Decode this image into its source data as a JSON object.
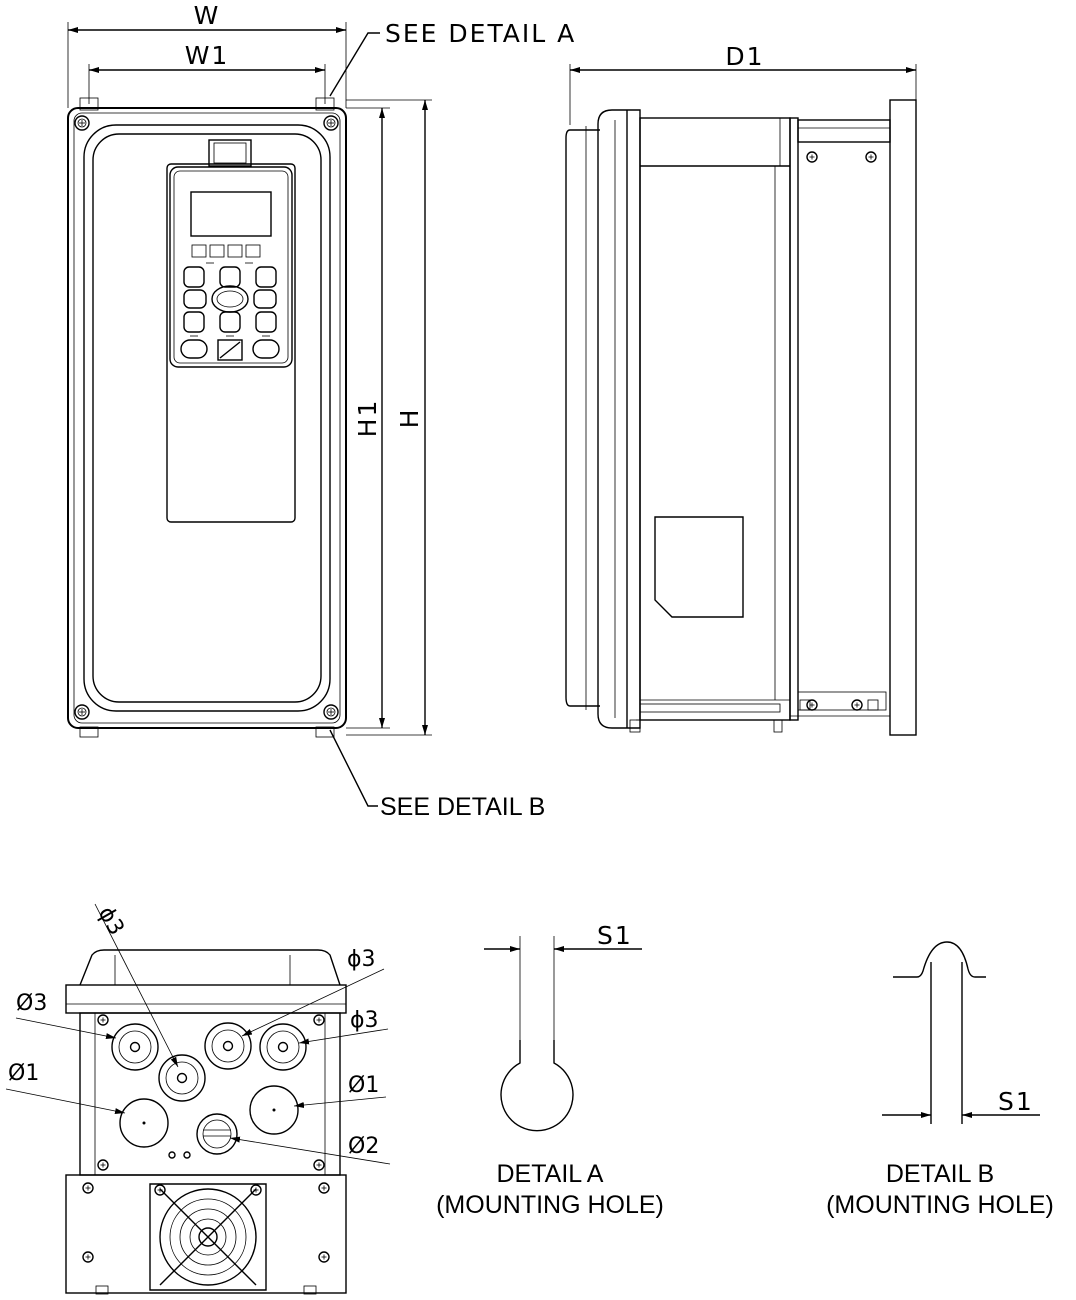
{
  "dimension_labels": {
    "w": "W",
    "w1": "W1",
    "h": "H",
    "h1": "H1",
    "d1": "D1",
    "s1": "S1"
  },
  "callouts": {
    "see_detail_a": "SEE DETAIL A",
    "see_detail_b": "SEE DETAIL B"
  },
  "hole_labels": {
    "phi3": "ϕ3",
    "dia3": "Ø3",
    "dia1": "Ø1",
    "dia2": "Ø2"
  },
  "details": {
    "a_title": "DETAIL A",
    "a_sub": "(MOUNTING HOLE)",
    "b_title": "DETAIL B",
    "b_sub": "(MOUNTING HOLE)"
  }
}
